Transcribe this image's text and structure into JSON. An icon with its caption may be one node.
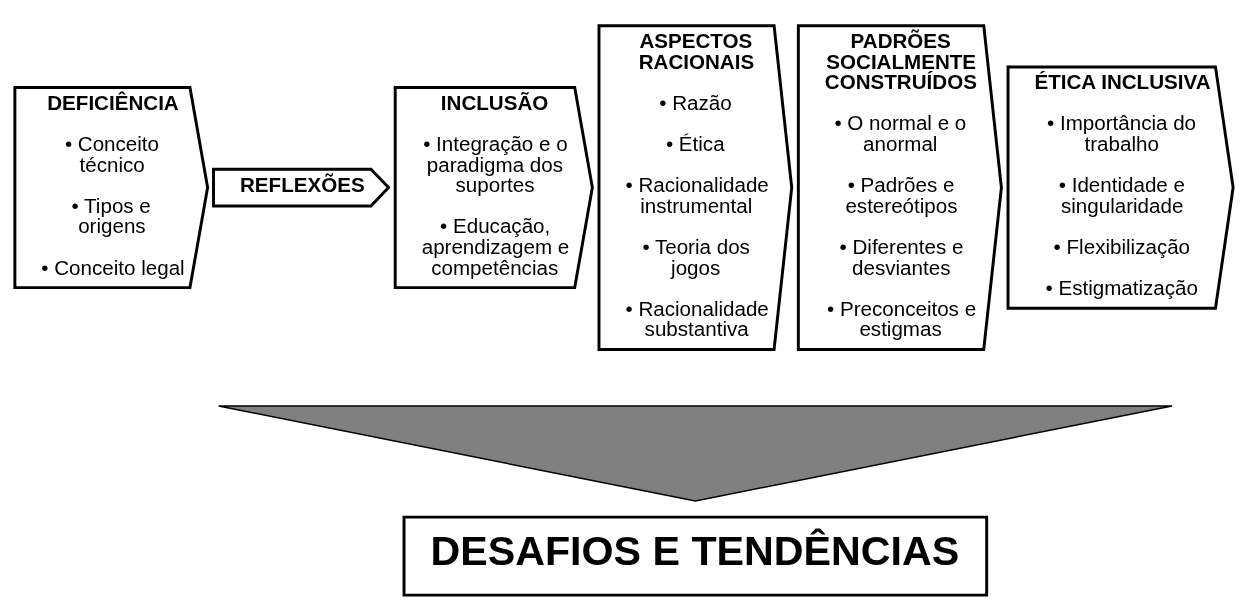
{
  "diagram": {
    "nodes": [
      {
        "text": [
          "DEFICIÊNCIA",
          "• Conceito técnico",
          "• Tipos e origens",
          "• Conceito legal"
        ]
      },
      {
        "text": [
          "REFLEXÕES"
        ]
      },
      {
        "text": [
          "INCLUSÃO",
          "• Integração e o paradigma dos suportes",
          "• Educação, aprendizagem e competências"
        ]
      },
      {
        "text": [
          "ASPECTOS RACIONAIS",
          "• Razão",
          "• Ética",
          "• Racionalidade instrumental",
          "• Teoria dos jogos",
          "• Racionalidade substantiva"
        ]
      },
      {
        "text": [
          "PADRÕES SOCIALMENTE CONSTRUÍDOS",
          "• O normal e o anormal",
          "• Padrões e estereótipos",
          "• Diferentes e desviantes",
          "• Preconceitos e estigmas"
        ]
      },
      {
        "text": [
          "ÉTICA INCLUSIVA",
          "• Importância do trabalho",
          "• Identidade e singularidade",
          "• Flexibilização",
          "• Estigmatização"
        ]
      },
      {
        "text": [],
        "shape": "triangle"
      },
      {
        "text": [
          "DESAFIOS E TENDÊNCIAS"
        ]
      }
    ],
    "edges": []
  }
}
